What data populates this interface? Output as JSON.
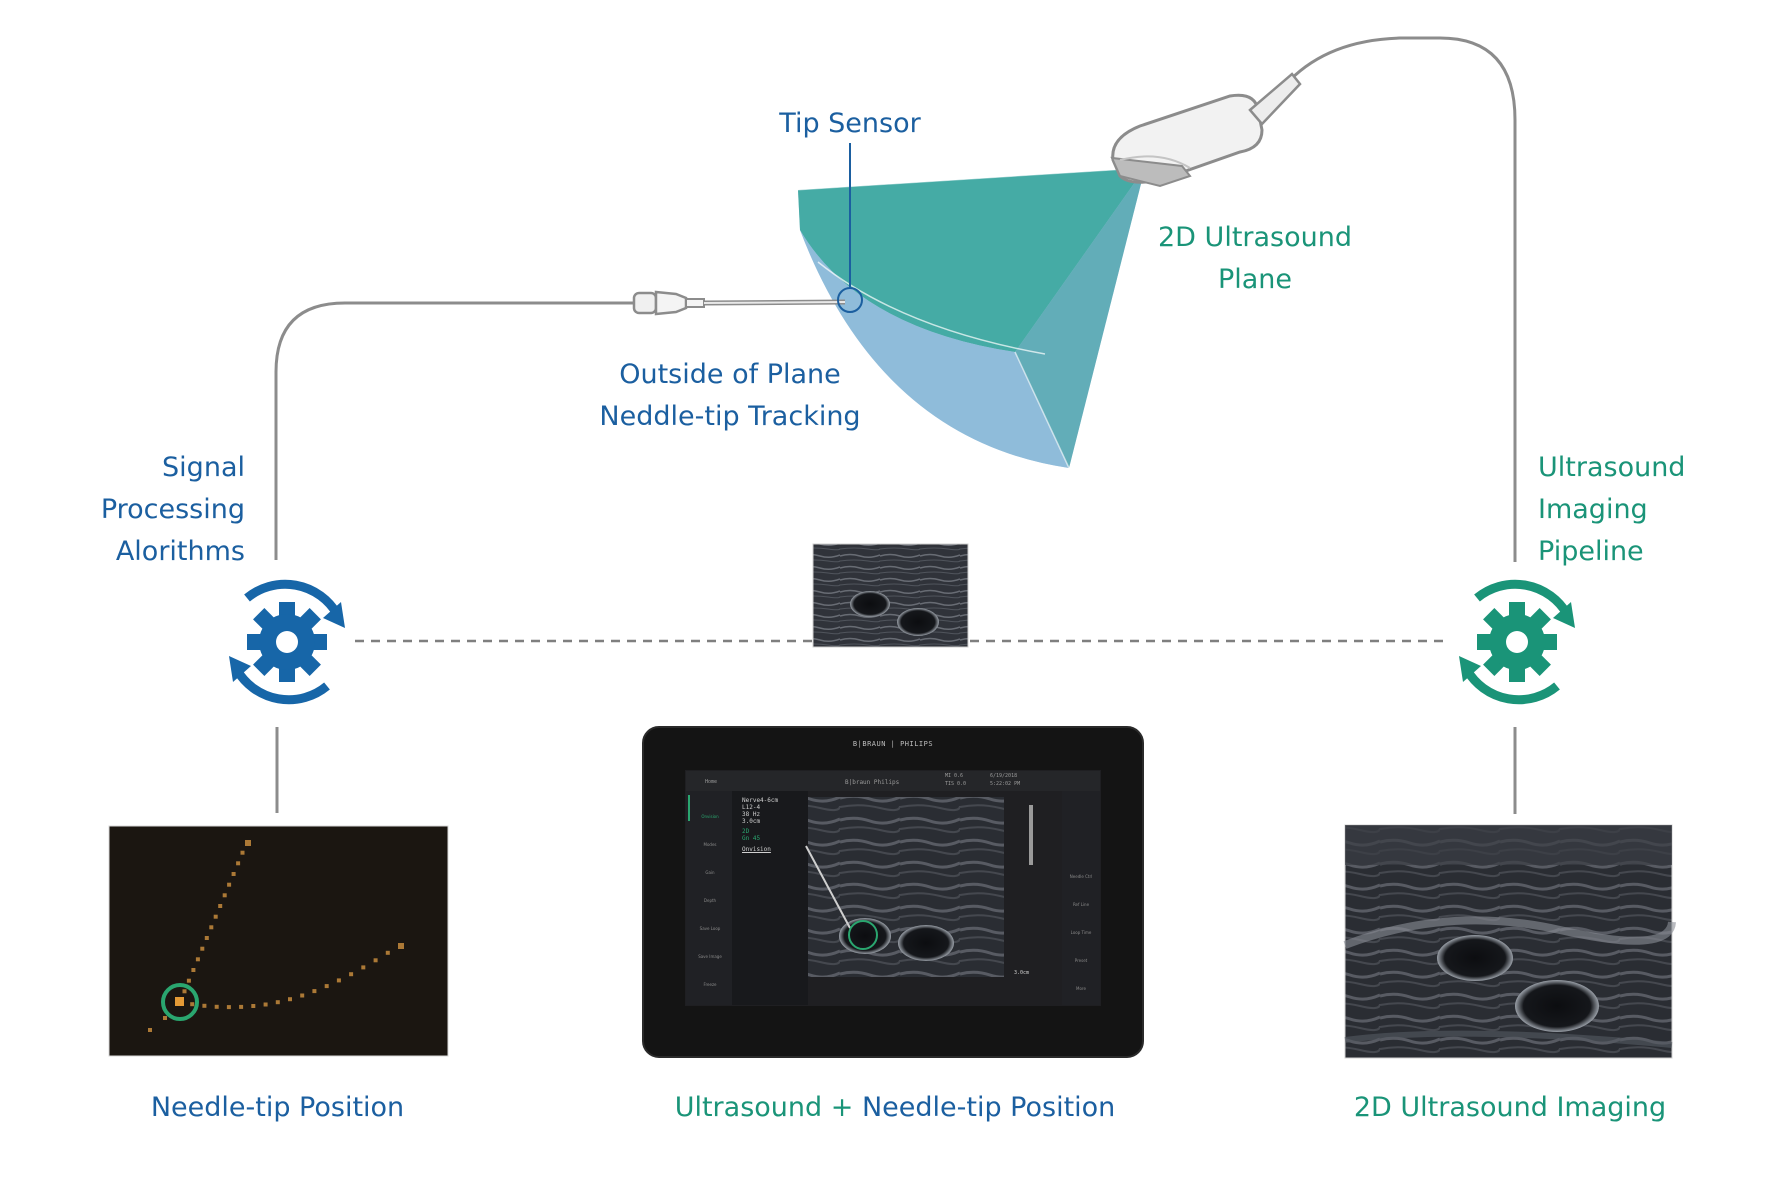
{
  "labels": {
    "tip_sensor": "Tip Sensor",
    "plane_line1": "2D Ultrasound",
    "plane_line2": "Plane",
    "outside_line1": "Outside of Plane",
    "outside_line2": "Neddle-tip Tracking",
    "signal_line1": "Signal",
    "signal_line2": "Processing",
    "signal_line3": "Alorithms",
    "pipeline_line1": "Ultrasound",
    "pipeline_line2": "Imaging",
    "pipeline_line3": "Pipeline"
  },
  "captions": {
    "left": "Needle-tip Position",
    "center_part1": "Ultrasound + ",
    "center_part2": "Needle-tip Position",
    "right": "2D Ultrasound Imaging"
  },
  "device": {
    "brand": "B|BRAUN | PHILIPS",
    "home": "Home",
    "header_title": "B|braun Philips",
    "mi": "MI 0.6",
    "tis": "TIS 0.0",
    "date": "6/19/2018",
    "time": "5:22:02 PM",
    "preset": "Nerve4-6cm",
    "probe": "L12-4",
    "hz": "38 Hz",
    "depth": "3.0cm",
    "mode": "2D",
    "gain": "Gn 45",
    "onvision": "Onvision",
    "depth_readout": "3.0cm",
    "left_menu": [
      "Onvision",
      "Modes",
      "Gain",
      "Depth",
      "Save Loop",
      "Save Image",
      "Freeze"
    ],
    "right_menu": [
      "Needle Ctrl",
      "Ref Line",
      "Loop Time",
      "Preset",
      "More"
    ]
  },
  "colors": {
    "blue": "#1b5fa0",
    "green": "#1a9478",
    "gear_blue": "#1766a8",
    "gear_green": "#1a9478",
    "plane_teal": "#3fa9a1",
    "plane_light": "#93bedb",
    "wire": "#8a8a8a"
  },
  "icons": [
    "gear-blue-icon",
    "gear-green-icon",
    "probe-icon",
    "needle-icon",
    "sensor-ring-icon",
    "home-icon",
    "freeze-icon"
  ]
}
